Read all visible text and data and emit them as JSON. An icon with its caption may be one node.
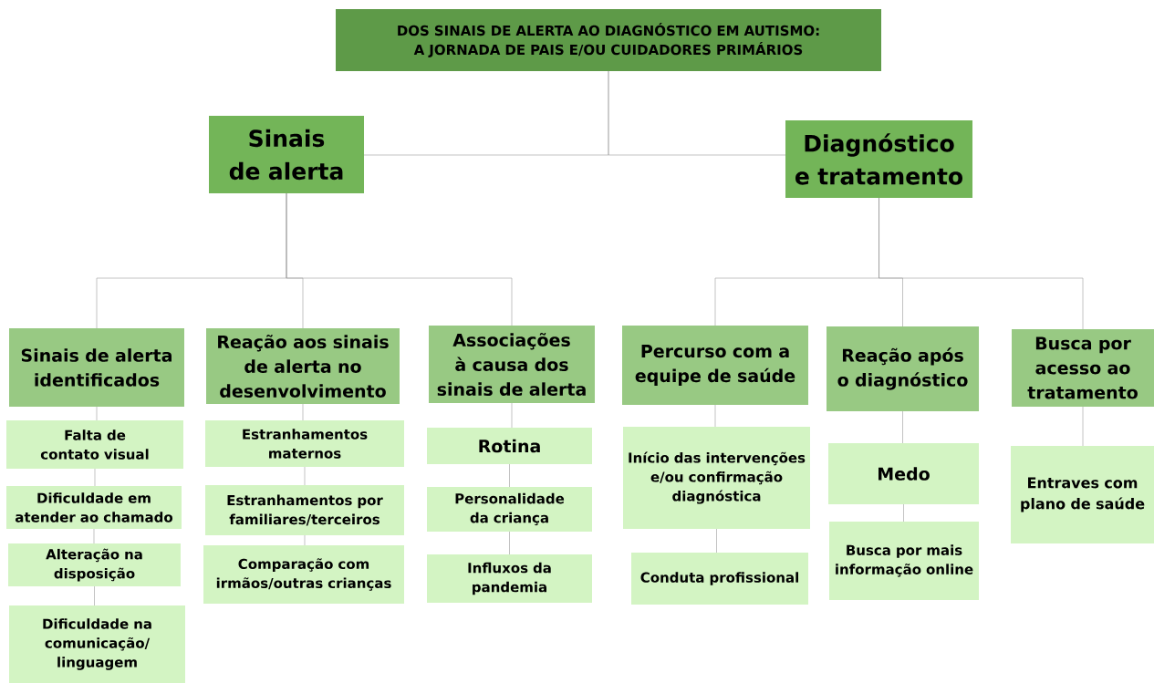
{
  "diagram": {
    "nodes": [
      {
        "text": [
          "DOS SINAIS DE ALERTA AO DIAGNÓSTICO EM AUTISMO: A JORNADA DE PAIS E/OU CUIDADORES PRIMÁRIOS"
        ]
      },
      {
        "text": [
          "Sinais de alerta"
        ]
      },
      {
        "text": [
          "Diagnóstico e tratamento"
        ]
      },
      {
        "text": [
          "Sinais de alerta identificados"
        ]
      },
      {
        "text": [
          "Falta de contato visual"
        ]
      },
      {
        "text": [
          "Dificuldade em atender ao chamado"
        ]
      },
      {
        "text": [
          "Alteração na disposição"
        ]
      },
      {
        "text": [
          "Dificuldade na comunicação/ linguagem"
        ]
      },
      {
        "text": [
          "Reação aos sinais de alerta no desenvolvimento"
        ]
      },
      {
        "text": [
          "Estranhamentos maternos"
        ]
      },
      {
        "text": [
          "Estranhamentos por familiares/terceiros"
        ]
      },
      {
        "text": [
          "Comparação com irmãos/outras crianças"
        ]
      },
      {
        "text": [
          "Associações à causa dos sinais de alerta"
        ]
      },
      {
        "text": [
          "Rotina"
        ]
      },
      {
        "text": [
          "Personalidade da criança"
        ]
      },
      {
        "text": [
          "Influxos da pandemia"
        ]
      },
      {
        "text": [
          "Percurso com a equipe de saúde"
        ]
      },
      {
        "text": [
          "Início das intervenções e/ou confirmação diagnóstica"
        ]
      },
      {
        "text": [
          "Conduta profissional"
        ]
      },
      {
        "text": [
          "Reação após o diagnóstico"
        ]
      },
      {
        "text": [
          "Medo"
        ]
      },
      {
        "text": [
          "Busca por mais informação online"
        ]
      },
      {
        "text": [
          "Busca por acesso ao tratamento"
        ]
      },
      {
        "text": [
          "Entraves com plano de saúde"
        ]
      }
    ],
    "edges": [
      {
        "from": 0,
        "to": 1,
        "arrow": "none"
      },
      {
        "from": 0,
        "to": 2,
        "arrow": "none"
      },
      {
        "from": 1,
        "to": 3,
        "arrow": "none"
      },
      {
        "from": 1,
        "to": 8,
        "arrow": "none"
      },
      {
        "from": 1,
        "to": 12,
        "arrow": "none"
      },
      {
        "from": 2,
        "to": 16,
        "arrow": "none"
      },
      {
        "from": 2,
        "to": 19,
        "arrow": "none"
      },
      {
        "from": 2,
        "to": 22,
        "arrow": "none"
      },
      {
        "from": 3,
        "to": 4,
        "arrow": "none"
      },
      {
        "from": 4,
        "to": 5,
        "arrow": "none"
      },
      {
        "from": 5,
        "to": 6,
        "arrow": "none"
      },
      {
        "from": 6,
        "to": 7,
        "arrow": "none"
      },
      {
        "from": 8,
        "to": 9,
        "arrow": "none"
      },
      {
        "from": 9,
        "to": 10,
        "arrow": "none"
      },
      {
        "from": 10,
        "to": 11,
        "arrow": "none"
      },
      {
        "from": 12,
        "to": 13,
        "arrow": "none"
      },
      {
        "from": 13,
        "to": 14,
        "arrow": "none"
      },
      {
        "from": 14,
        "to": 15,
        "arrow": "none"
      },
      {
        "from": 16,
        "to": 17,
        "arrow": "none"
      },
      {
        "from": 17,
        "to": 18,
        "arrow": "none"
      },
      {
        "from": 19,
        "to": 20,
        "arrow": "none"
      },
      {
        "from": 20,
        "to": 21,
        "arrow": "none"
      },
      {
        "from": 22,
        "to": 23,
        "arrow": "none"
      }
    ]
  }
}
